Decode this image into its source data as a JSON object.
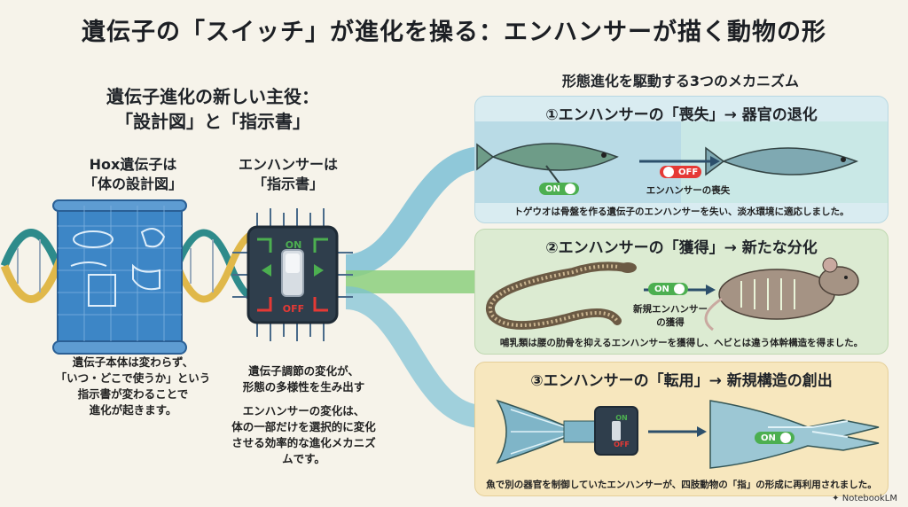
{
  "title": "遺伝子の「スイッチ」が進化を操る：エンハンサーが描く動物の形",
  "left": {
    "heading_line1": "遺伝子進化の新しい主役：",
    "heading_line2": "「設計図」と「指示書」",
    "hox_title_line1": "Hox遺伝子は",
    "hox_title_line2": "「体の設計図」",
    "hox_caption": [
      "遺伝子本体は変わらず、",
      "「いつ・どこで使うか」という",
      "指示書が変わることで",
      "進化が起きます。"
    ],
    "enh_title_line1": "エンハンサーは",
    "enh_title_line2": "「指示書」",
    "enh_caption1": [
      "遺伝子調節の変化が、",
      "形態の多様性を生み出す"
    ],
    "enh_caption2": [
      "エンハンサーの変化は、",
      "体の一部だけを選択的に変化",
      "させる効率的な進化メカニズ",
      "ムです。"
    ],
    "chip_on": "ON",
    "chip_off": "OFF"
  },
  "right": {
    "heading": "形態進化を駆動する3つのメカニズム",
    "panels": [
      {
        "title": "①エンハンサーの「喪失」→ 器官の退化",
        "toggle_on": "ON",
        "toggle_off": "OFF",
        "label": "エンハンサーの喪失",
        "caption": "トゲウオは骨盤を作る遺伝子のエンハンサーを失い、淡水環境に適応しました。"
      },
      {
        "title": "②エンハンサーの「獲得」→ 新たな分化",
        "toggle_on": "ON",
        "label_line1": "新規エンハンサー",
        "label_line2": "の獲得",
        "caption": "哺乳類は腰の肋骨を抑えるエンハンサーを獲得し、ヘビとは違う体幹構造を得ました。"
      },
      {
        "title": "③エンハンサーの「転用」→ 新規構造の創出",
        "chip_on": "ON",
        "chip_off": "OFF",
        "toggle_on": "ON",
        "caption": "魚で別の器官を制御していたエンハンサーが、四肢動物の「指」の形成に再利用されました。"
      }
    ]
  },
  "brand": "NotebookLM",
  "colors": {
    "blue": "#3d86c6",
    "green": "#4caf50",
    "red": "#e53935",
    "teal": "#4aa9c9"
  }
}
